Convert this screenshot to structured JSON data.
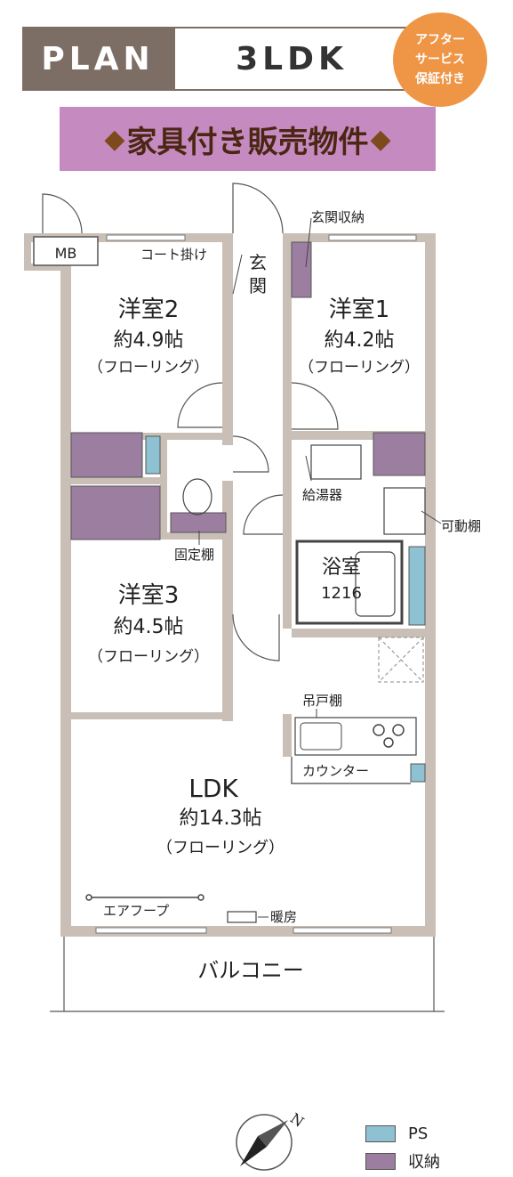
{
  "header": {
    "plan_label": "PLAN",
    "layout_type": "3LDK",
    "badge_lines": [
      "アフター",
      "サービス",
      "保証付き"
    ]
  },
  "banner": {
    "text": "家具付き販売物件",
    "decoration": "◆"
  },
  "rooms": {
    "western2": {
      "name": "洋室2",
      "size": "約4.9帖",
      "floor": "（フローリング）"
    },
    "western1": {
      "name": "洋室1",
      "size": "約4.2帖",
      "floor": "（フローリング）"
    },
    "western3": {
      "name": "洋室3",
      "size": "約4.5帖",
      "floor": "（フローリング）"
    },
    "ldk": {
      "name": "LDK",
      "size": "約14.3帖",
      "floor": "（フローリング）"
    },
    "bath": {
      "name": "浴室",
      "size": "1216"
    },
    "entrance": {
      "name": "玄関",
      "chars": [
        "玄",
        "関"
      ]
    },
    "mb": "MB",
    "balcony": "バルコニー"
  },
  "labels": {
    "entrance_storage": "玄関収納",
    "coat_hanger": "コート掛け",
    "water_heater": "給湯器",
    "movable_shelf": "可動棚",
    "fixed_shelf": "固定棚",
    "hanging_cabinet": "吊戸棚",
    "counter": "カウンター",
    "air_hoop": "エアフープ",
    "heating": "暖房"
  },
  "compass": {
    "north_label": "N"
  },
  "legend": [
    {
      "label": "PS",
      "color": "#8ec2d3"
    },
    {
      "label": "収納",
      "color": "#9b7ea0"
    }
  ],
  "colors": {
    "wall": "#c9bfb7",
    "storage": "#9b7ea0",
    "ps": "#8ec2d3",
    "header_dark": "#7d6e65",
    "badge": "#ef9546",
    "banner": "#c58bc0"
  }
}
